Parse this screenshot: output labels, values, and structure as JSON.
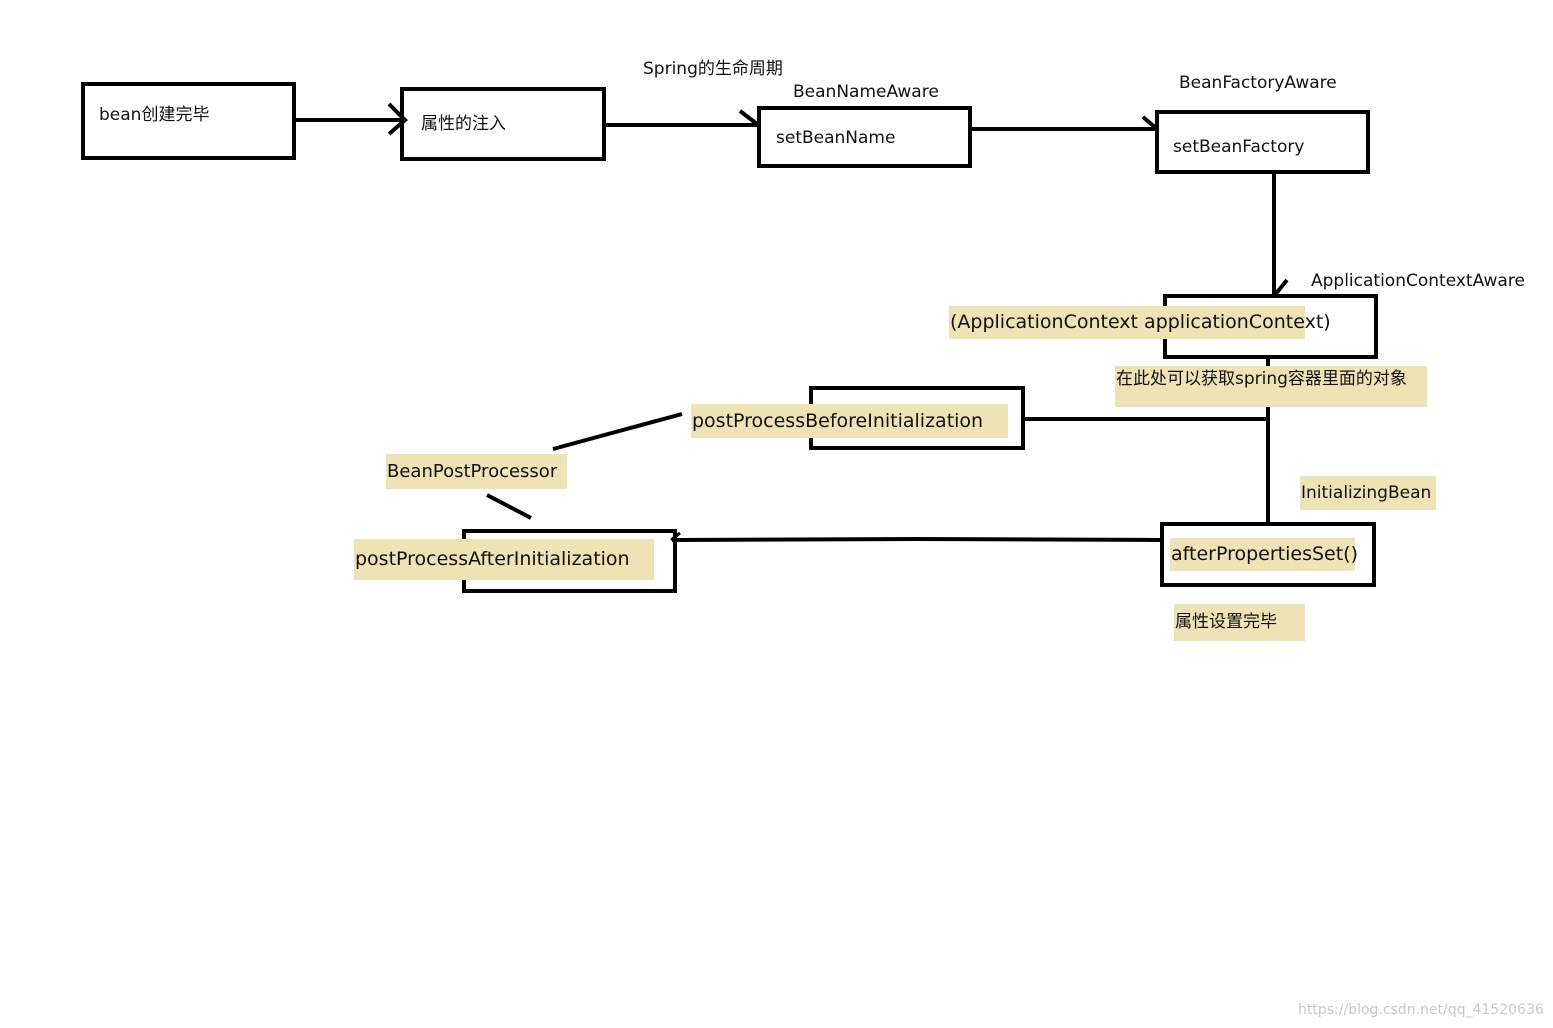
{
  "diagram": {
    "title": "Spring的生命周期",
    "nodes": {
      "bean_created": "bean创建完毕",
      "property_injection": "属性的注入",
      "set_bean_name": "setBeanName",
      "set_bean_factory": "setBeanFactory",
      "application_context": "(ApplicationContext applicationContext)",
      "post_before": "postProcessBeforeInitialization",
      "after_properties_set": "afterPropertiesSet()",
      "post_after": "postProcessAfterInitialization"
    },
    "labels": {
      "bean_name_aware": "BeanNameAware",
      "bean_factory_aware": "BeanFactoryAware",
      "application_context_aware": "ApplicationContextAware",
      "container_note": "在此处可以获取spring容器里面的对象",
      "initializing_bean": "InitializingBean",
      "bean_post_processor": "BeanPostProcessor",
      "properties_done": "属性设置完毕"
    },
    "highlight_color": "#efe2b5",
    "line_color": "#000000"
  },
  "watermark": "https://blog.csdn.net/qq_41520636"
}
